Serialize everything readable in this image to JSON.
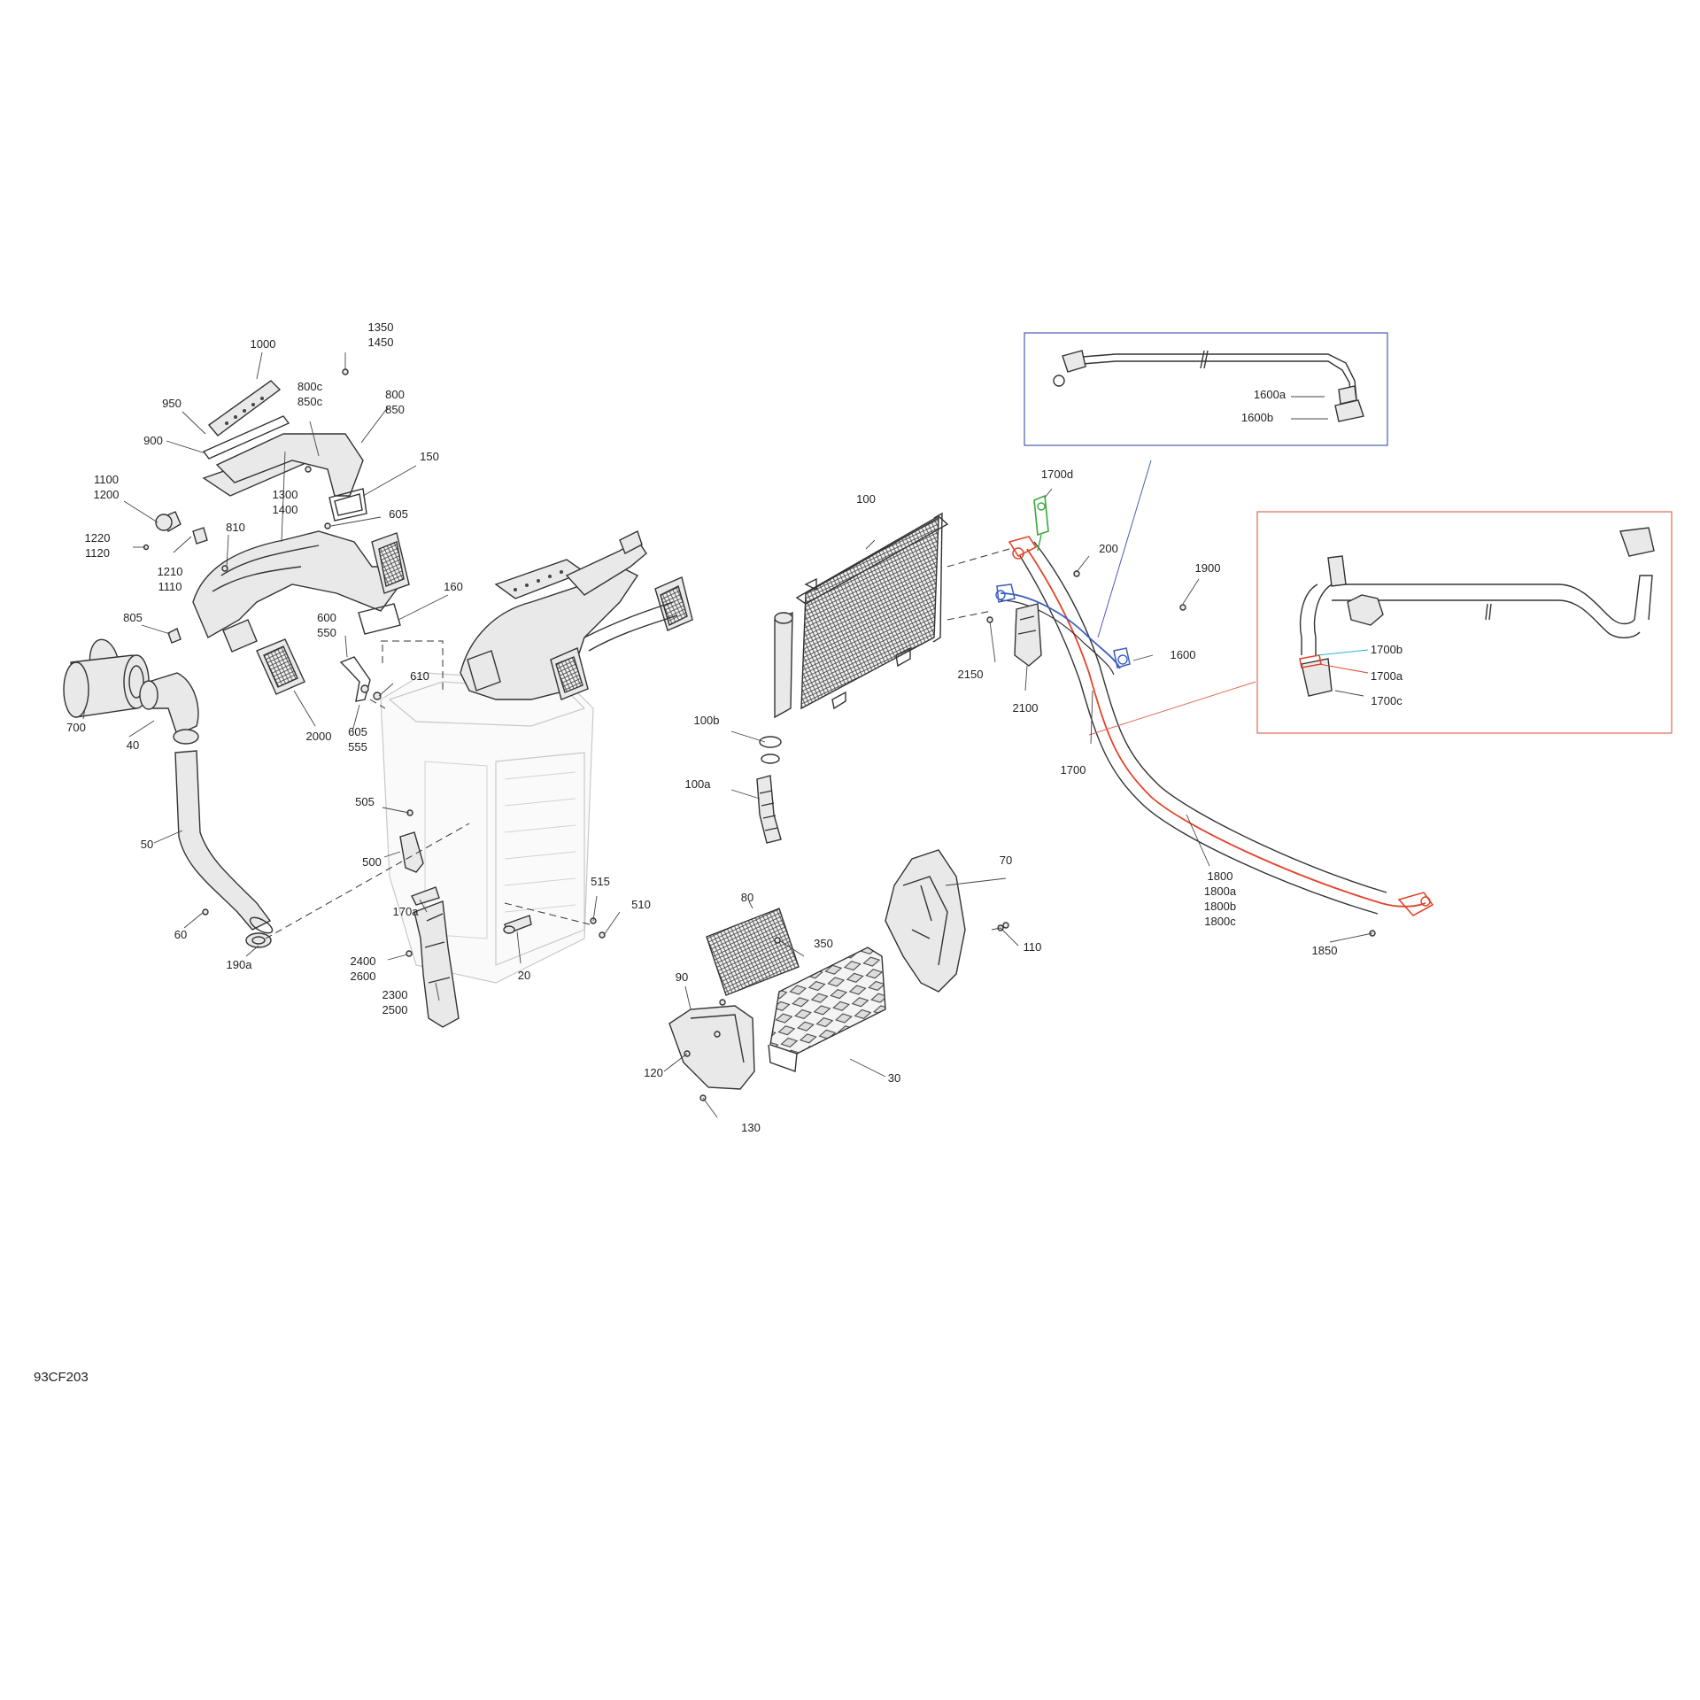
{
  "figure_code": "93CF203",
  "accent_colors": {
    "red": "#e0452c",
    "blue": "#3a5fbf",
    "green": "#3aa83a",
    "cyan": "#2bb3d6",
    "blue_frame": "#4a5db0",
    "red_frame": "#e06a55"
  },
  "labels": {
    "l1000": "1000",
    "l1350": "1350",
    "l1450": "1450",
    "l950": "950",
    "l800c": "800c",
    "l850c": "850c",
    "l800": "800",
    "l850": "850",
    "l900": "900",
    "l150": "150",
    "l1100": "1100",
    "l1200": "1200",
    "l1300": "1300",
    "l1400": "1400",
    "l605a": "605",
    "l1220": "1220",
    "l1120": "1120",
    "l810": "810",
    "l1210": "1210",
    "l1110": "1110",
    "l160": "160",
    "l805": "805",
    "l600": "600",
    "l550": "550",
    "l610": "610",
    "l700": "700",
    "l40": "40",
    "l2000": "2000",
    "l605b": "605",
    "l555": "555",
    "l505": "505",
    "l500": "500",
    "l50": "50",
    "l515": "515",
    "l510": "510",
    "l170a": "170a",
    "l60": "60",
    "l190a": "190a",
    "l20": "20",
    "l2400": "2400",
    "l2600": "2600",
    "l2300": "2300",
    "l2500": "2500",
    "l100": "100",
    "l100b": "100b",
    "l100a": "100a",
    "l1700d": "1700d",
    "l200": "200",
    "l1900": "1900",
    "l2150": "2150",
    "l1600": "1600",
    "l2100": "2100",
    "l1700": "1700",
    "l1600a": "1600a",
    "l1600b": "1600b",
    "l1700b": "1700b",
    "l1700a": "1700a",
    "l1700c": "1700c",
    "l1800": "1800",
    "l1800a": "1800a",
    "l1800b": "1800b",
    "l1800c": "1800c",
    "l1850": "1850",
    "l70": "70",
    "l80": "80",
    "l350": "350",
    "l110": "110",
    "l90": "90",
    "l120": "120",
    "l30": "30",
    "l130": "130"
  }
}
